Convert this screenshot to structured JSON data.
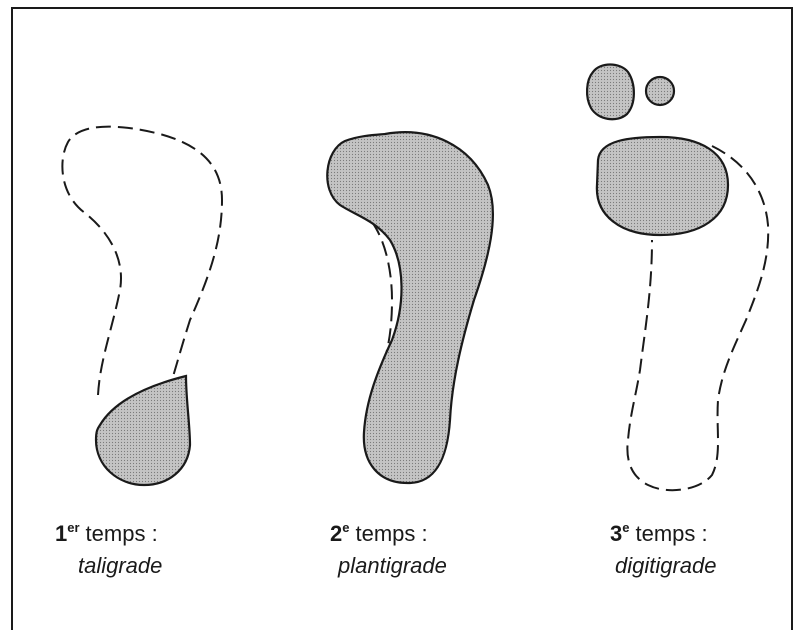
{
  "panels": [
    {
      "number": "1",
      "superscript": "er",
      "word": "temps :",
      "phase": "taligrade"
    },
    {
      "number": "2",
      "superscript": "e",
      "word": "temps :",
      "phase": "plantigrade"
    },
    {
      "number": "3",
      "superscript": "e",
      "word": "temps :",
      "phase": "digitigrade"
    }
  ],
  "colors": {
    "frame": "#1a1a1a",
    "outline": "#1a1a1a",
    "contact_fill": "#bdbdbd",
    "background": "#ffffff"
  }
}
